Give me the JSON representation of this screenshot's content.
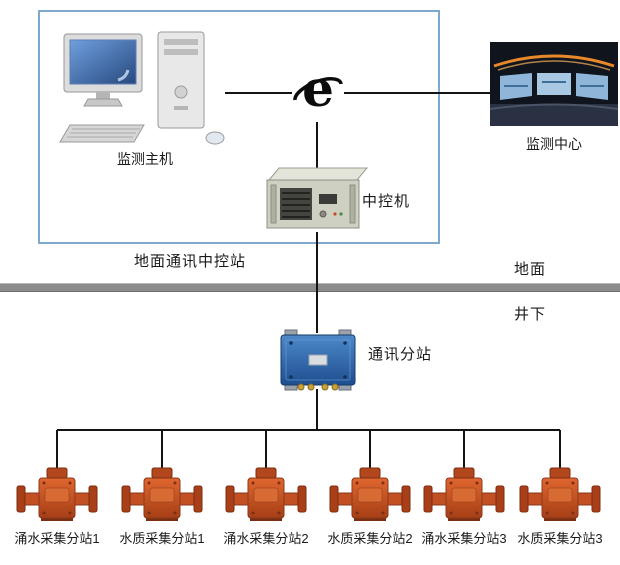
{
  "labels": {
    "monitor_host": "监测主机",
    "monitor_center": "监测中心",
    "central_control": "中控机",
    "ground_station": "地面通讯中控站",
    "surface": "地面",
    "underground": "井下",
    "comm_substation": "通讯分站"
  },
  "devices": [
    "涌水采集分站1",
    "水质采集分站1",
    "涌水采集分站2",
    "水质采集分站2",
    "涌水采集分站3",
    "水质采集分站3"
  ],
  "icons": {
    "browser_logo": "internet-explorer-logo",
    "monitor_host": "desktop-computer-illustration",
    "monitor_center": "control-room-photo",
    "central_control": "rack-server-illustration",
    "comm_substation": "mine-junction-box-illustration",
    "device": "orange-flowmeter-illustration"
  },
  "colors": {
    "ground_box_border": "#7fa8cd",
    "divider_gray": "#8c8c8c",
    "connector_line": "#141414",
    "device_orange": "#c8562a",
    "junction_blue": "#2f66a8"
  }
}
